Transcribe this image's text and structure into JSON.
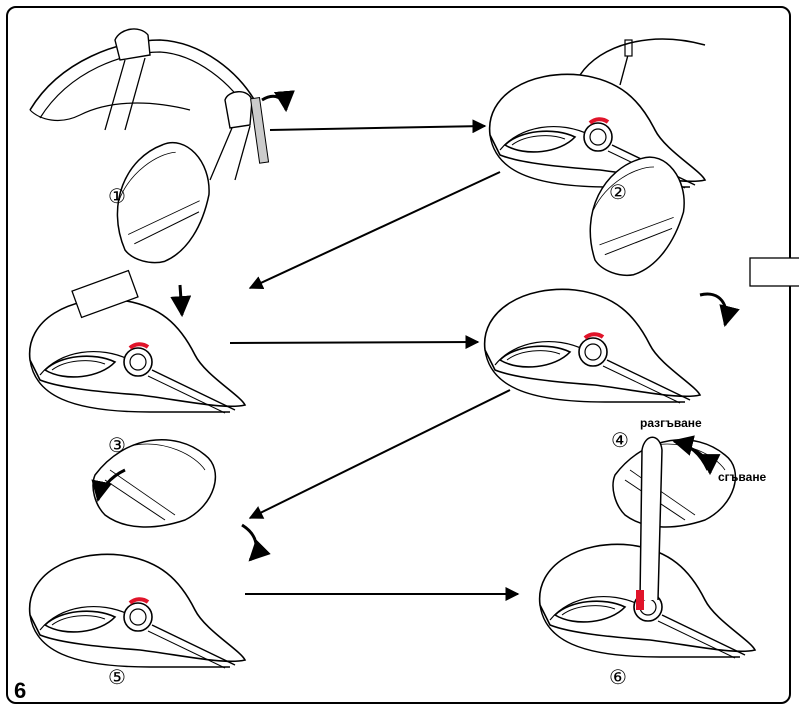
{
  "figure_number": "6",
  "steps": [
    {
      "label": "①"
    },
    {
      "label": "②"
    },
    {
      "label": "③"
    },
    {
      "label": "④"
    },
    {
      "label": "⑤"
    },
    {
      "label": "⑥"
    }
  ],
  "handle_labels": {
    "unfold": "разгъване",
    "fold": "сгъване"
  },
  "colors": {
    "line": "#000000",
    "accent": "#e0142a",
    "seat_fill": "#ffffff"
  }
}
